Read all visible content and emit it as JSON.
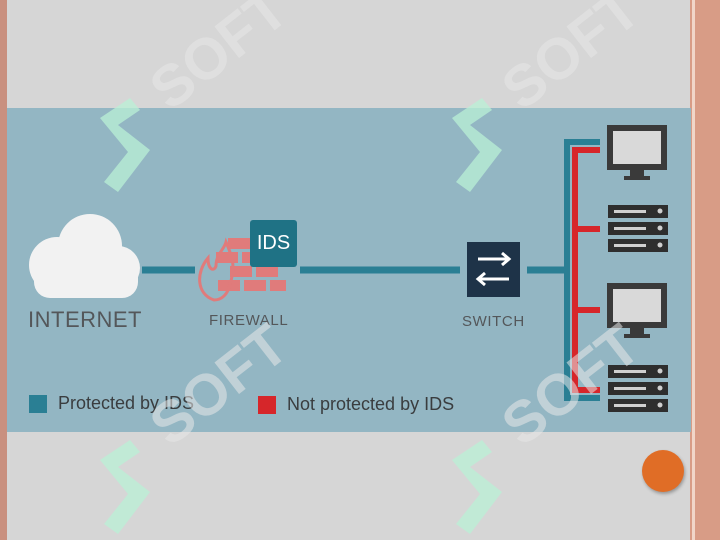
{
  "diagram": {
    "nodes": {
      "internet": "INTERNET",
      "firewall": "FIREWALL",
      "ids": "IDS",
      "switch": "SWITCH"
    },
    "legend": [
      {
        "label": "Protected by IDS",
        "color": "#2a7f94"
      },
      {
        "label": "Not protected by IDS",
        "color": "#d6262a"
      }
    ],
    "colors": {
      "protected_line": "#2a7f94",
      "unprotected_line": "#d6262a",
      "device_dark": "#3a3a3a",
      "switch_bg": "#1e3348",
      "ids_box": "#1f7285",
      "firewall": "#e07b7b"
    }
  },
  "watermark": {
    "text": "SOFT"
  },
  "slide_decoration": {
    "accent_dot_color": "#e06d26"
  }
}
